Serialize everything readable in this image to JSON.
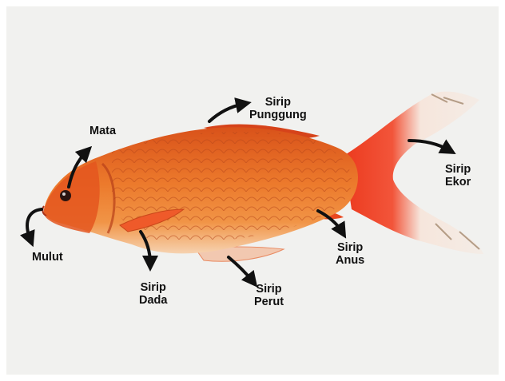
{
  "labels": {
    "mata": "Mata",
    "mulut": "Mulut",
    "punggung": [
      "Sirip",
      "Punggung"
    ],
    "dada": [
      "Sirip",
      "Dada"
    ],
    "perut": [
      "Sirip",
      "Perut"
    ],
    "anus": [
      "Sirip",
      "Anus"
    ],
    "ekor": [
      "Sirip",
      "Ekor"
    ]
  },
  "colors": {
    "background": "#f2f2f0",
    "fish_body": "#e8641e",
    "fish_dark": "#c9471a",
    "fish_belly": "#f4d3b6",
    "fin_red": "#ef3a20",
    "fin_white": "#f4ece6",
    "arrow": "#111111",
    "label_text": "#111111"
  },
  "icons": {
    "arrows": "curved-arrow-icon"
  }
}
